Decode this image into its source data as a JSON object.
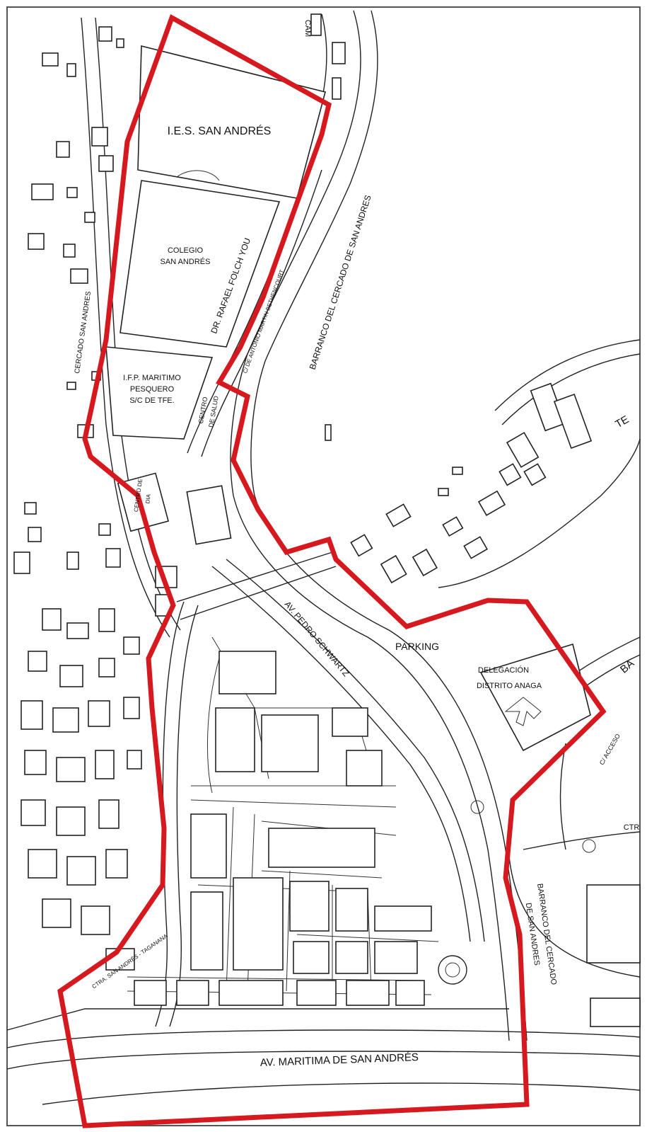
{
  "map": {
    "boundary_color": "#d6191f",
    "line_color": "#222222",
    "labels": {
      "ies": "I.E.S. SAN ANDRÉS",
      "colegio_1": "COLEGIO",
      "colegio_2": "SAN ANDRÉS",
      "ifp_1": "I.F.P. MARITIMO",
      "ifp_2": "PESQUERO",
      "ifp_3": "S/C DE TFE.",
      "rafael": "DR. RAFAEL FOLCH YOU",
      "antonio": "C/ DE ANTONIO MARTIN BETHENCOURT",
      "barranco_1": "BARRANCO DEL CERCADO DE SAN ANDRES",
      "cercado": "CERCADO SAN ANDRES",
      "centro_salud_1": "CENTRO",
      "centro_salud_2": "DE SALUD",
      "centro_izq_1": "CENTRO DE",
      "centro_izq_2": "DIA",
      "pedro": "AV. PEDRO SCHWARTZ",
      "parking": "PARKING",
      "delegacion_1": "DELEGACIÓN",
      "delegacion_2": "DISTRITO ANAGA",
      "barranco_2a": "BARRANCO DEL CERCADO",
      "barranco_2b": "DE SAN ANDRES",
      "maritima": "AV. MARITIMA DE SAN ANDRÉS",
      "camino": "CAM",
      "te": "TE",
      "bar": "BA",
      "acceso": "C/ ACCESO",
      "ctr": "CTR",
      "san_andres_tafira": "CTRA. SAN ANDRÉS - TAGANANA"
    }
  }
}
